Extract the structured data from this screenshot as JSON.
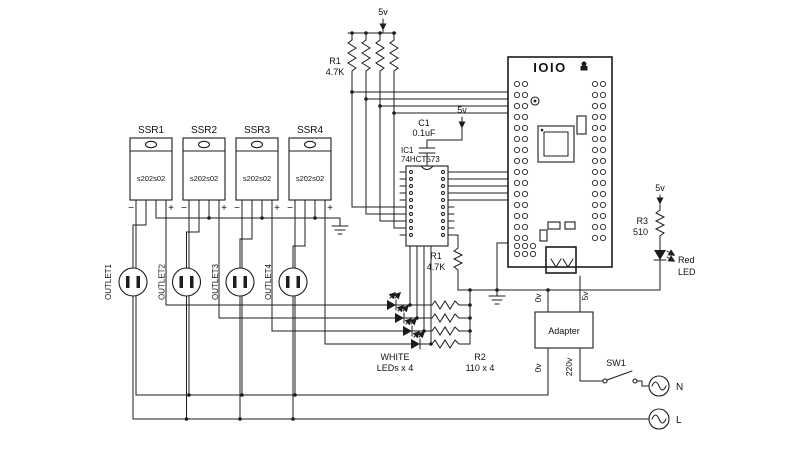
{
  "diagram": {
    "power": {
      "v5": "5v",
      "v0": "0v",
      "v220": "220v"
    },
    "components": {
      "r1_top": {
        "ref": "R1",
        "value": "4.7K"
      },
      "c1": {
        "ref": "C1",
        "value": "0.1uF"
      },
      "ic1": {
        "ref": "IC1",
        "value": "74HCT573"
      },
      "r1_bottom": {
        "ref": "R1",
        "value": "4.7K"
      },
      "r2": {
        "ref": "R2",
        "value": "110 x 4"
      },
      "r3": {
        "ref": "R3",
        "value": "510"
      },
      "red_led": {
        "line1": "Red",
        "line2": "LED"
      },
      "white_leds": {
        "line1": "WHITE",
        "line2": "LEDs x 4"
      },
      "board": {
        "name": "IOIO"
      },
      "adapter": {
        "name": "Adapter"
      },
      "sw1": {
        "name": "SW1"
      },
      "ac": {
        "neutral": "N",
        "live": "L"
      }
    },
    "ssrs": [
      {
        "name": "SSR1",
        "part": "s202s02",
        "minus": "−",
        "plus": "+"
      },
      {
        "name": "SSR2",
        "part": "s202s02",
        "minus": "−",
        "plus": "+"
      },
      {
        "name": "SSR3",
        "part": "s202s02",
        "minus": "−",
        "plus": "+"
      },
      {
        "name": "SSR4",
        "part": "s202s02",
        "minus": "−",
        "plus": "+"
      }
    ],
    "outlets": [
      {
        "name": "OUTLET1"
      },
      {
        "name": "OUTLET2"
      },
      {
        "name": "OUTLET3"
      },
      {
        "name": "OUTLET4"
      }
    ]
  }
}
